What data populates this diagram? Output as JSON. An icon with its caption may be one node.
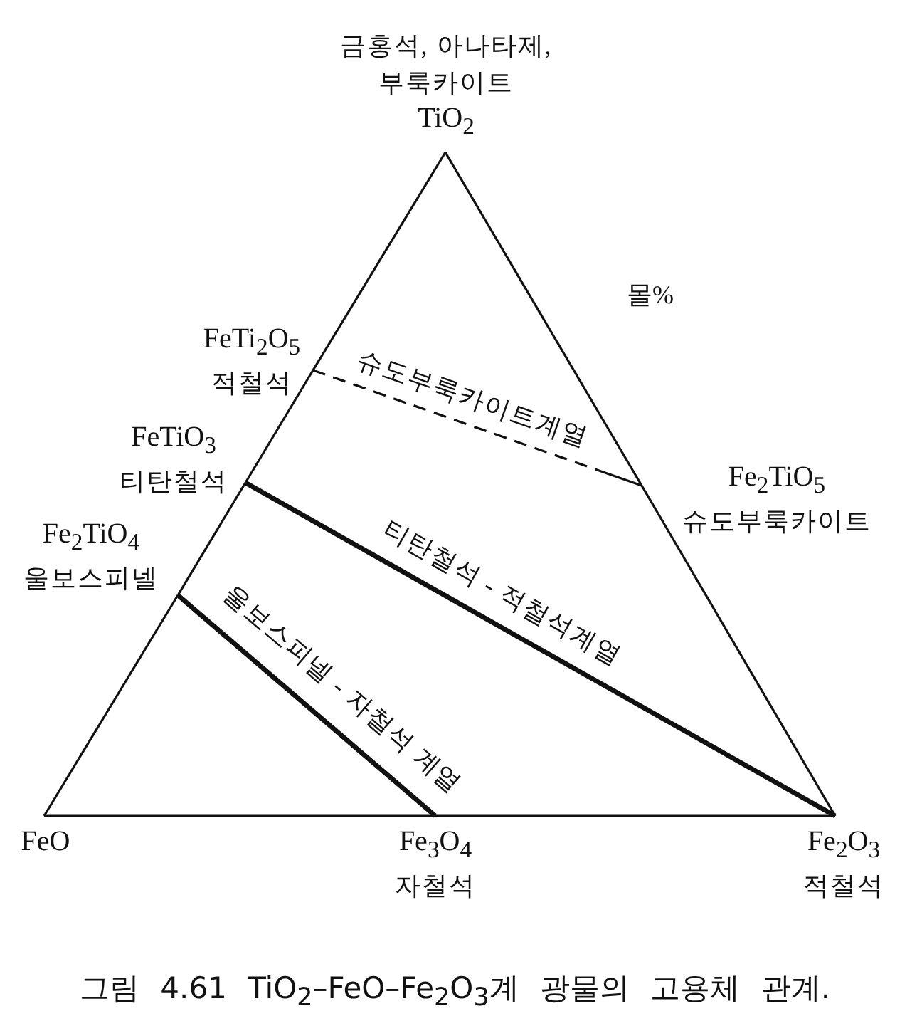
{
  "diagram": {
    "caption": "그림 4.61 TiO$_{2}$–FeO–Fe$_{2}$O$_{3}$계 광물의 고용체 관계.",
    "nodes": [
      {
        "text": [
          "금홍석, 아나타제, 부룩카이트",
          "TiO$_{2}$"
        ]
      },
      {
        "text": [
          "FeTi$_{2}$O$_{5}$",
          "적철석"
        ]
      },
      {
        "text": [
          "FeTiO$_{3}$",
          "티탄철석"
        ]
      },
      {
        "text": [
          "Fe$_{2}$TiO$_{5}$",
          "슈도부룩카이트"
        ]
      },
      {
        "text": [
          "Fe$_{2}$TiO$_{4}$",
          "울보스피넬"
        ]
      },
      {
        "text": [
          "FeO"
        ]
      },
      {
        "text": [
          "Fe$_{3}$O$_{4}$",
          "자철석"
        ]
      },
      {
        "text": [
          "Fe$_{2}$O$_{3}$",
          "적철석"
        ]
      }
    ],
    "edges": [
      {
        "from": 0,
        "to": 1,
        "arrow": "none"
      },
      {
        "from": 1,
        "to": 2,
        "arrow": "none"
      },
      {
        "from": 2,
        "to": 4,
        "arrow": "none"
      },
      {
        "from": 4,
        "to": 5,
        "arrow": "none"
      },
      {
        "from": 5,
        "to": 6,
        "arrow": "none"
      },
      {
        "from": 6,
        "to": 7,
        "arrow": "none"
      },
      {
        "from": 0,
        "to": 3,
        "arrow": "none"
      },
      {
        "from": 3,
        "to": 7,
        "arrow": "none"
      },
      {
        "from": 1,
        "to": 3,
        "arrow": "none",
        "label": "슈도부룩카이트계열",
        "style": "dashed"
      },
      {
        "from": 2,
        "to": 7,
        "arrow": "none",
        "label": "티탄철석 - 적철석계열",
        "style": "thick"
      },
      {
        "from": 4,
        "to": 6,
        "arrow": "none",
        "label": "울보스피넬 - 자철석 계열",
        "style": "thick"
      }
    ],
    "labels": [
      "몰%"
    ]
  }
}
